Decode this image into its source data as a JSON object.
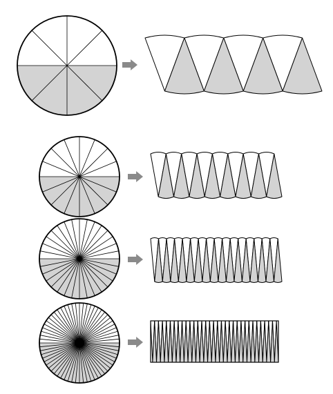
{
  "figure": {
    "rows": [
      {
        "sectors": 8
      },
      {
        "sectors": 16
      },
      {
        "sectors": 32
      },
      {
        "sectors": 64
      }
    ]
  },
  "colors": {
    "shade": "#d3d3d3",
    "arrow": "#8a8a8a",
    "line": "#000000",
    "background": "#ffffff"
  },
  "icons": [
    "right-arrow-icon"
  ]
}
